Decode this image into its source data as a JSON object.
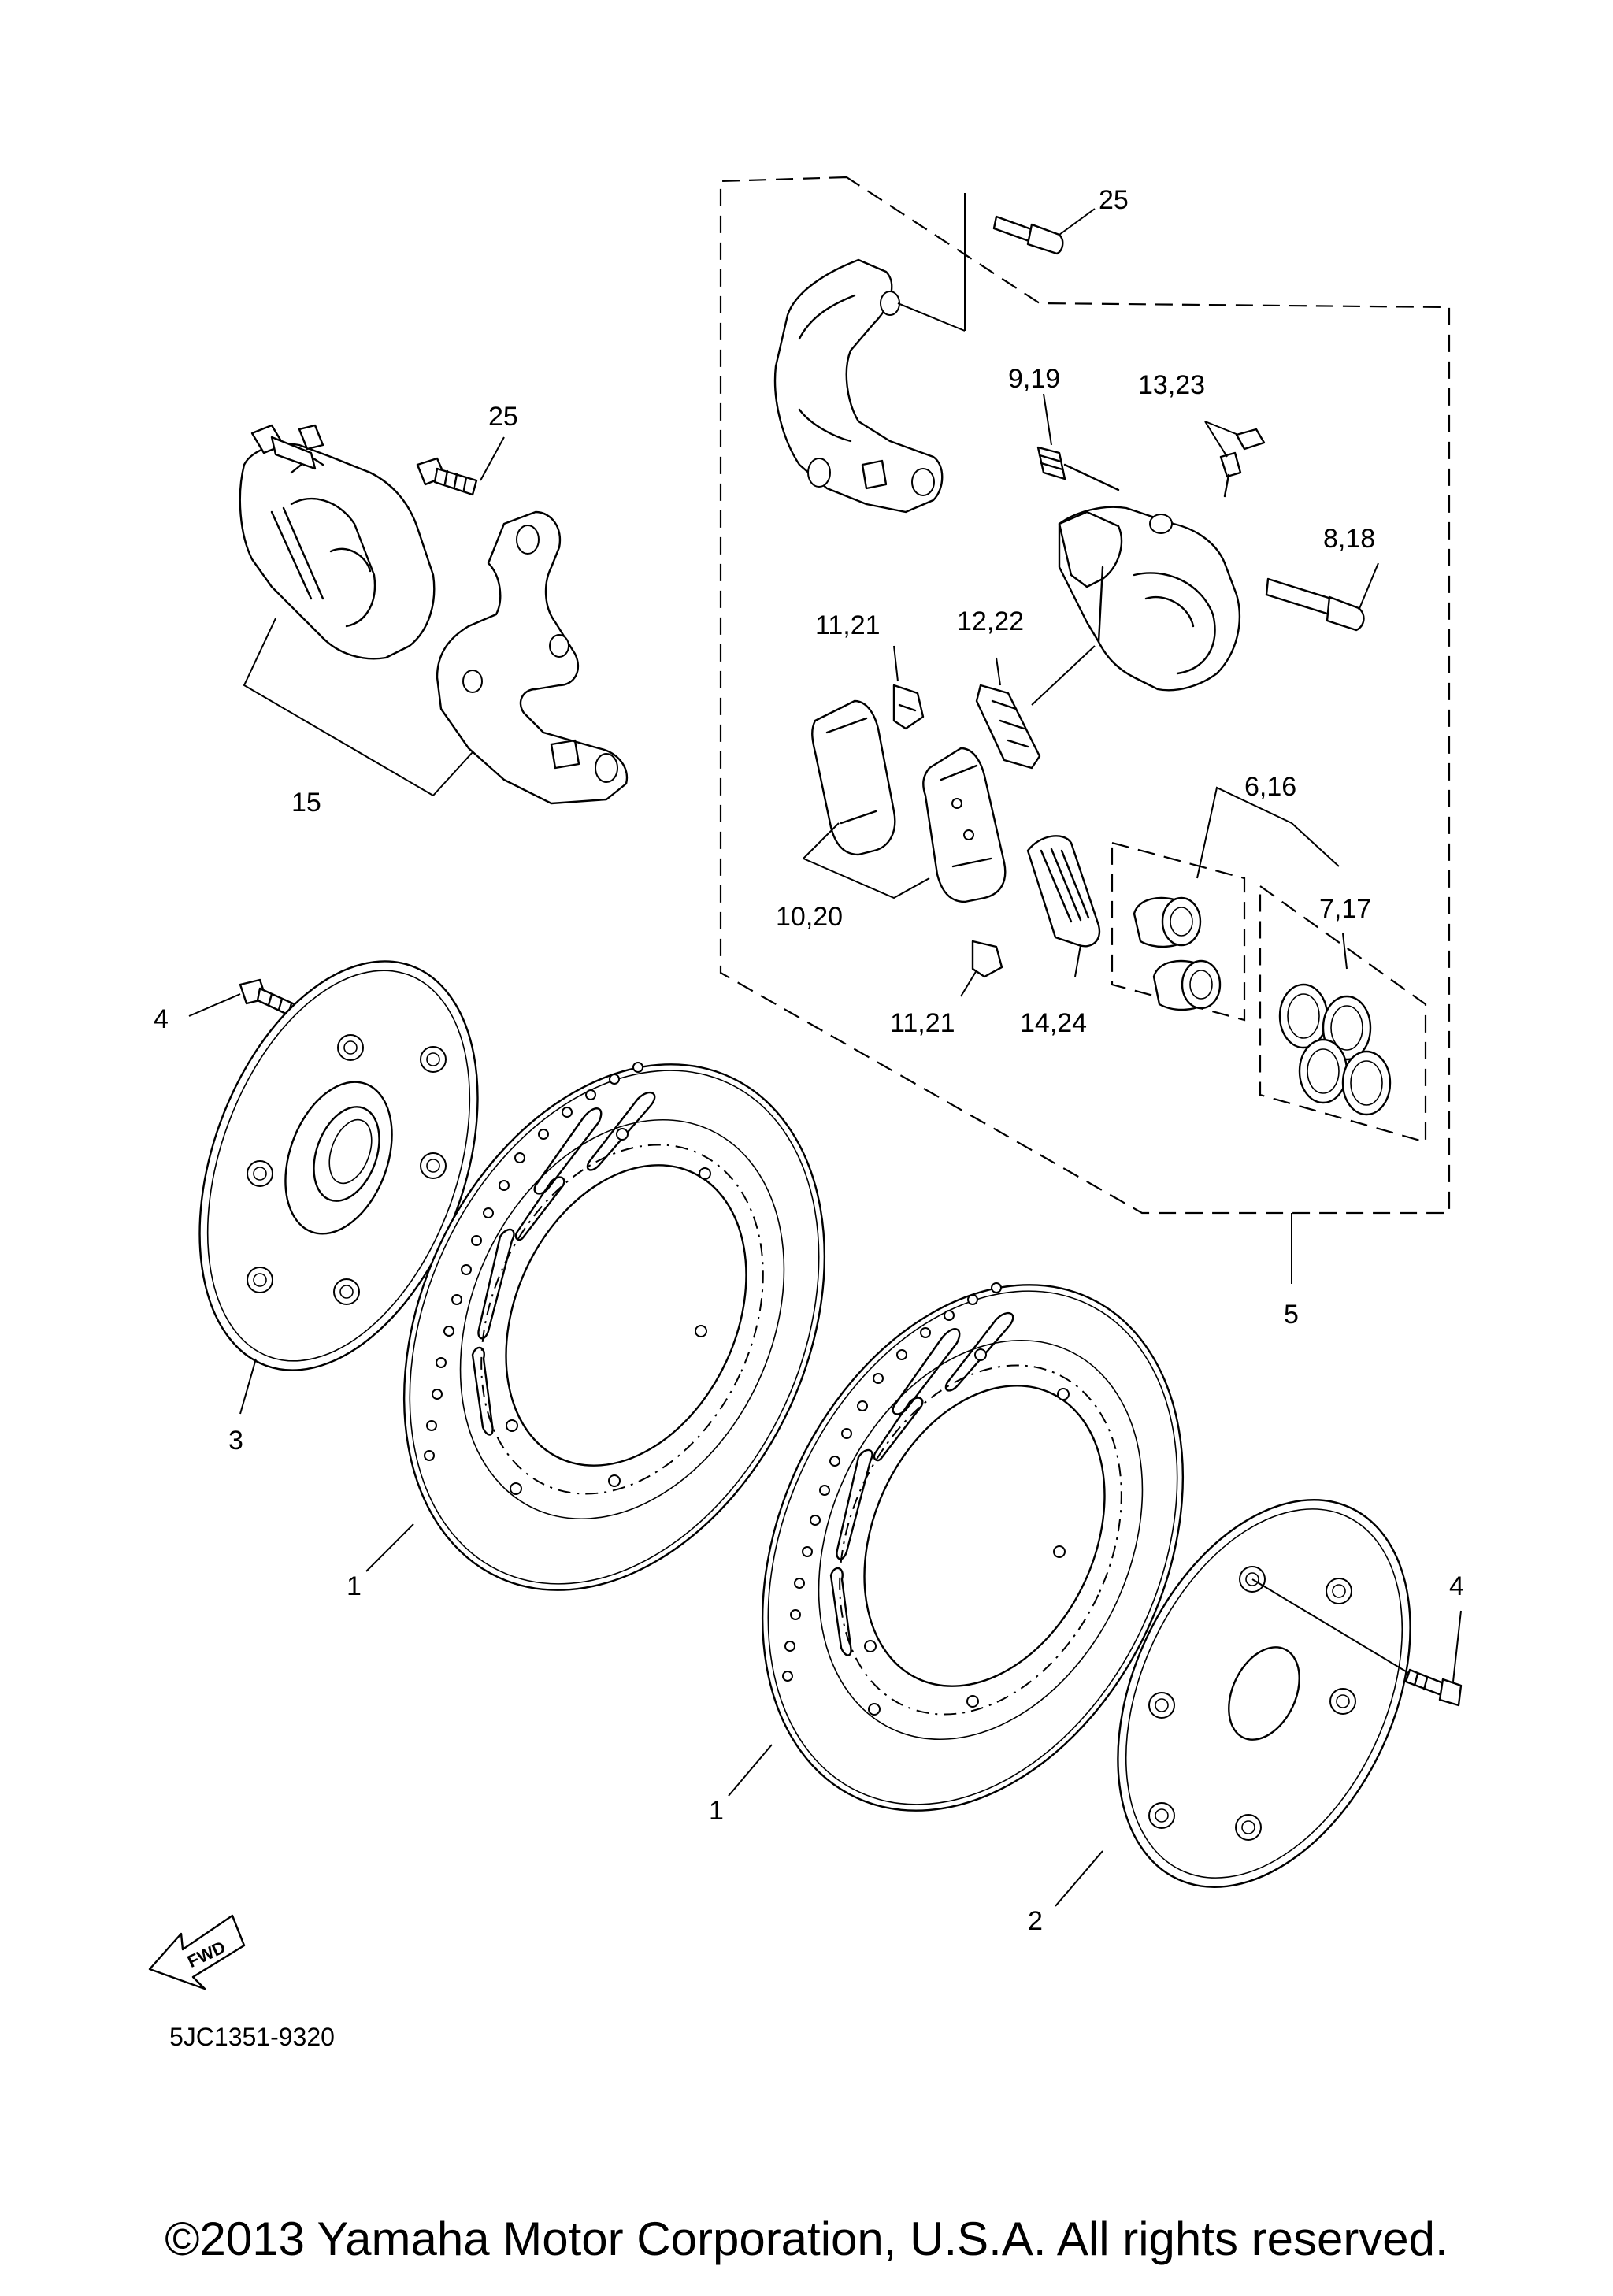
{
  "diagram": {
    "code": "5JC1351-9320",
    "fwd_label": "FWD",
    "copyright": "©2013 Yamaha Motor Corporation, U.S.A. All rights reserved."
  },
  "callouts": {
    "c1a": "1",
    "c1b": "1",
    "c2": "2",
    "c3": "3",
    "c4a": "4",
    "c4b": "4",
    "c5": "5",
    "c6_16": "6,16",
    "c7_17": "7,17",
    "c8_18": "8,18",
    "c9_19": "9,19",
    "c10_20": "10,20",
    "c11_21a": "11,21",
    "c11_21b": "11,21",
    "c12_22": "12,22",
    "c13_23": "13,23",
    "c14_24": "14,24",
    "c15": "15",
    "c25a": "25",
    "c25b": "25"
  }
}
